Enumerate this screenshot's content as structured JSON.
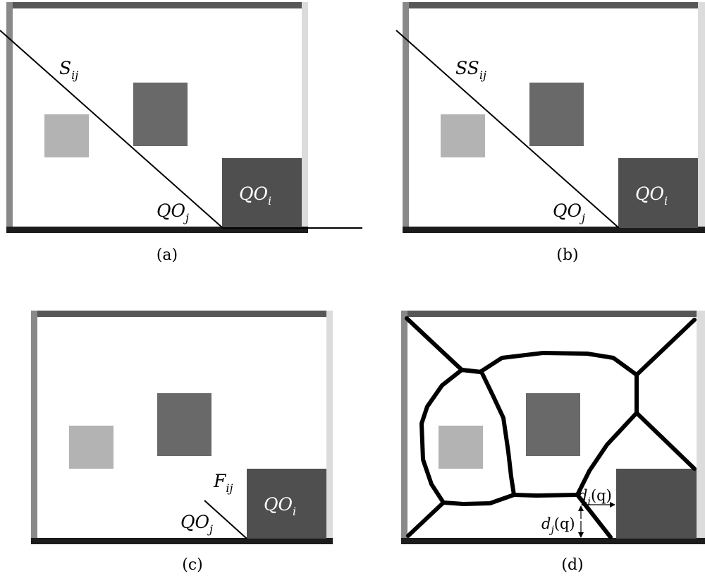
{
  "colors": {
    "obstacle_dark": "#4f4f4f",
    "obstacle_mid": "#696969",
    "obstacle_light": "#b3b3b3",
    "wall_top": "#575757",
    "wall_bottom": "#1c1c1c",
    "wall_left": "#898989",
    "wall_right": "#dcdcdc",
    "line": "#000000"
  },
  "panels": [
    {
      "caption": "(a)",
      "labels": {
        "s_main": "S",
        "s_sub": "ij",
        "qoj_main": "QO",
        "qoj_sub": "j",
        "qoi_main": "QO",
        "qoi_sub": "i"
      }
    },
    {
      "caption": "(b)",
      "labels": {
        "s_main": "SS",
        "s_sub": "ij",
        "qoj_main": "QO",
        "qoj_sub": "j",
        "qoi_main": "QO",
        "qoi_sub": "i"
      }
    },
    {
      "caption": "(c)",
      "labels": {
        "f_main": "F",
        "f_sub": "ij",
        "qoj_main": "QO",
        "qoj_sub": "j",
        "qoi_main": "QO",
        "qoi_sub": "i"
      }
    },
    {
      "caption": "(d)",
      "labels": {
        "di_main": "d",
        "di_sub": "i",
        "di_arg": "(q)",
        "dj_main": "d",
        "dj_sub": "j",
        "dj_arg": "(q)"
      }
    }
  ]
}
